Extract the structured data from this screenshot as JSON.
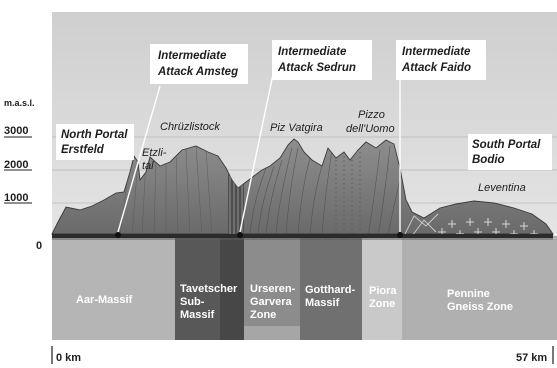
{
  "axis": {
    "unit": "m.a.s.l.",
    "ticks": [
      "3000",
      "2000",
      "1000",
      "0"
    ],
    "km_start": "0 km",
    "km_end": "57 km"
  },
  "attacks": [
    {
      "line1": "Intermediate",
      "line2": "Attack Amsteg"
    },
    {
      "line1": "Intermediate",
      "line2": "Attack Sedrun"
    },
    {
      "line1": "Intermediate",
      "line2": "Attack Faido"
    }
  ],
  "portals": {
    "north": {
      "line1": "North Portal",
      "line2": "Erstfeld"
    },
    "south": {
      "line1": "South Portal",
      "line2": "Bodio"
    }
  },
  "peaks": {
    "chruzlistock": "Chrüzlistock",
    "etzli_1": "Etzli-",
    "etzli_2": "tal",
    "piz_vatgira": "Piz Vatgira",
    "pizzo_1": "Pizzo",
    "pizzo_2": "dell'Uomo",
    "leventina": "Leventina"
  },
  "zones": {
    "aar": "Aar-Massif",
    "tavetscher": [
      "Tavetscher",
      "Sub-",
      "Massif"
    ],
    "urseren": [
      "Urseren-",
      "Garvera",
      "Zone"
    ],
    "gotthard": [
      "Gotthard-",
      "Massif"
    ],
    "piora": [
      "Piora",
      "Zone"
    ],
    "pennine": [
      "Pennine",
      "Gneiss Zone"
    ]
  },
  "colors": {
    "zone_aar": "#b5b5b5",
    "zone_tavetscher": "#565656",
    "zone_urseren": "#8c8c8c",
    "zone_gotthard": "#6f6f6f",
    "zone_piora": "#c9c9c9",
    "zone_pennine": "#b0b0b0",
    "mountain": "#8a8a8a",
    "tunnel": "#2b2b2b"
  }
}
